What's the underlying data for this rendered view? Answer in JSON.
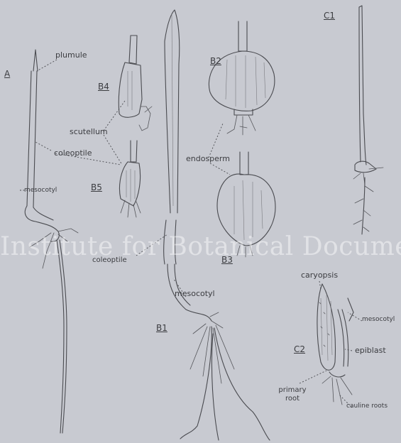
{
  "watermark": "Institute for Botanical Documentation",
  "figure_labels": {
    "A": "A",
    "B1": "B1",
    "B2": "B2",
    "B3": "B3",
    "B4": "B4",
    "B5": "B5",
    "C1": "C1",
    "C2": "C2"
  },
  "annotations": {
    "plumule": "plumule",
    "scutellum": "scutellum",
    "coleoptile_a": "coleoptile",
    "mesocotyl_a": "mesocotyl",
    "endosperm": "endosperm",
    "coleoptile_b1": "coleoptile",
    "mesocotyl_b1": "mesocotyl",
    "caryopsis": "caryopsis",
    "mesocotyl_c2": "mesocotyl",
    "epiblast": "epiblast",
    "primary_root": "primary root",
    "cauline_roots": "cauline roots"
  }
}
